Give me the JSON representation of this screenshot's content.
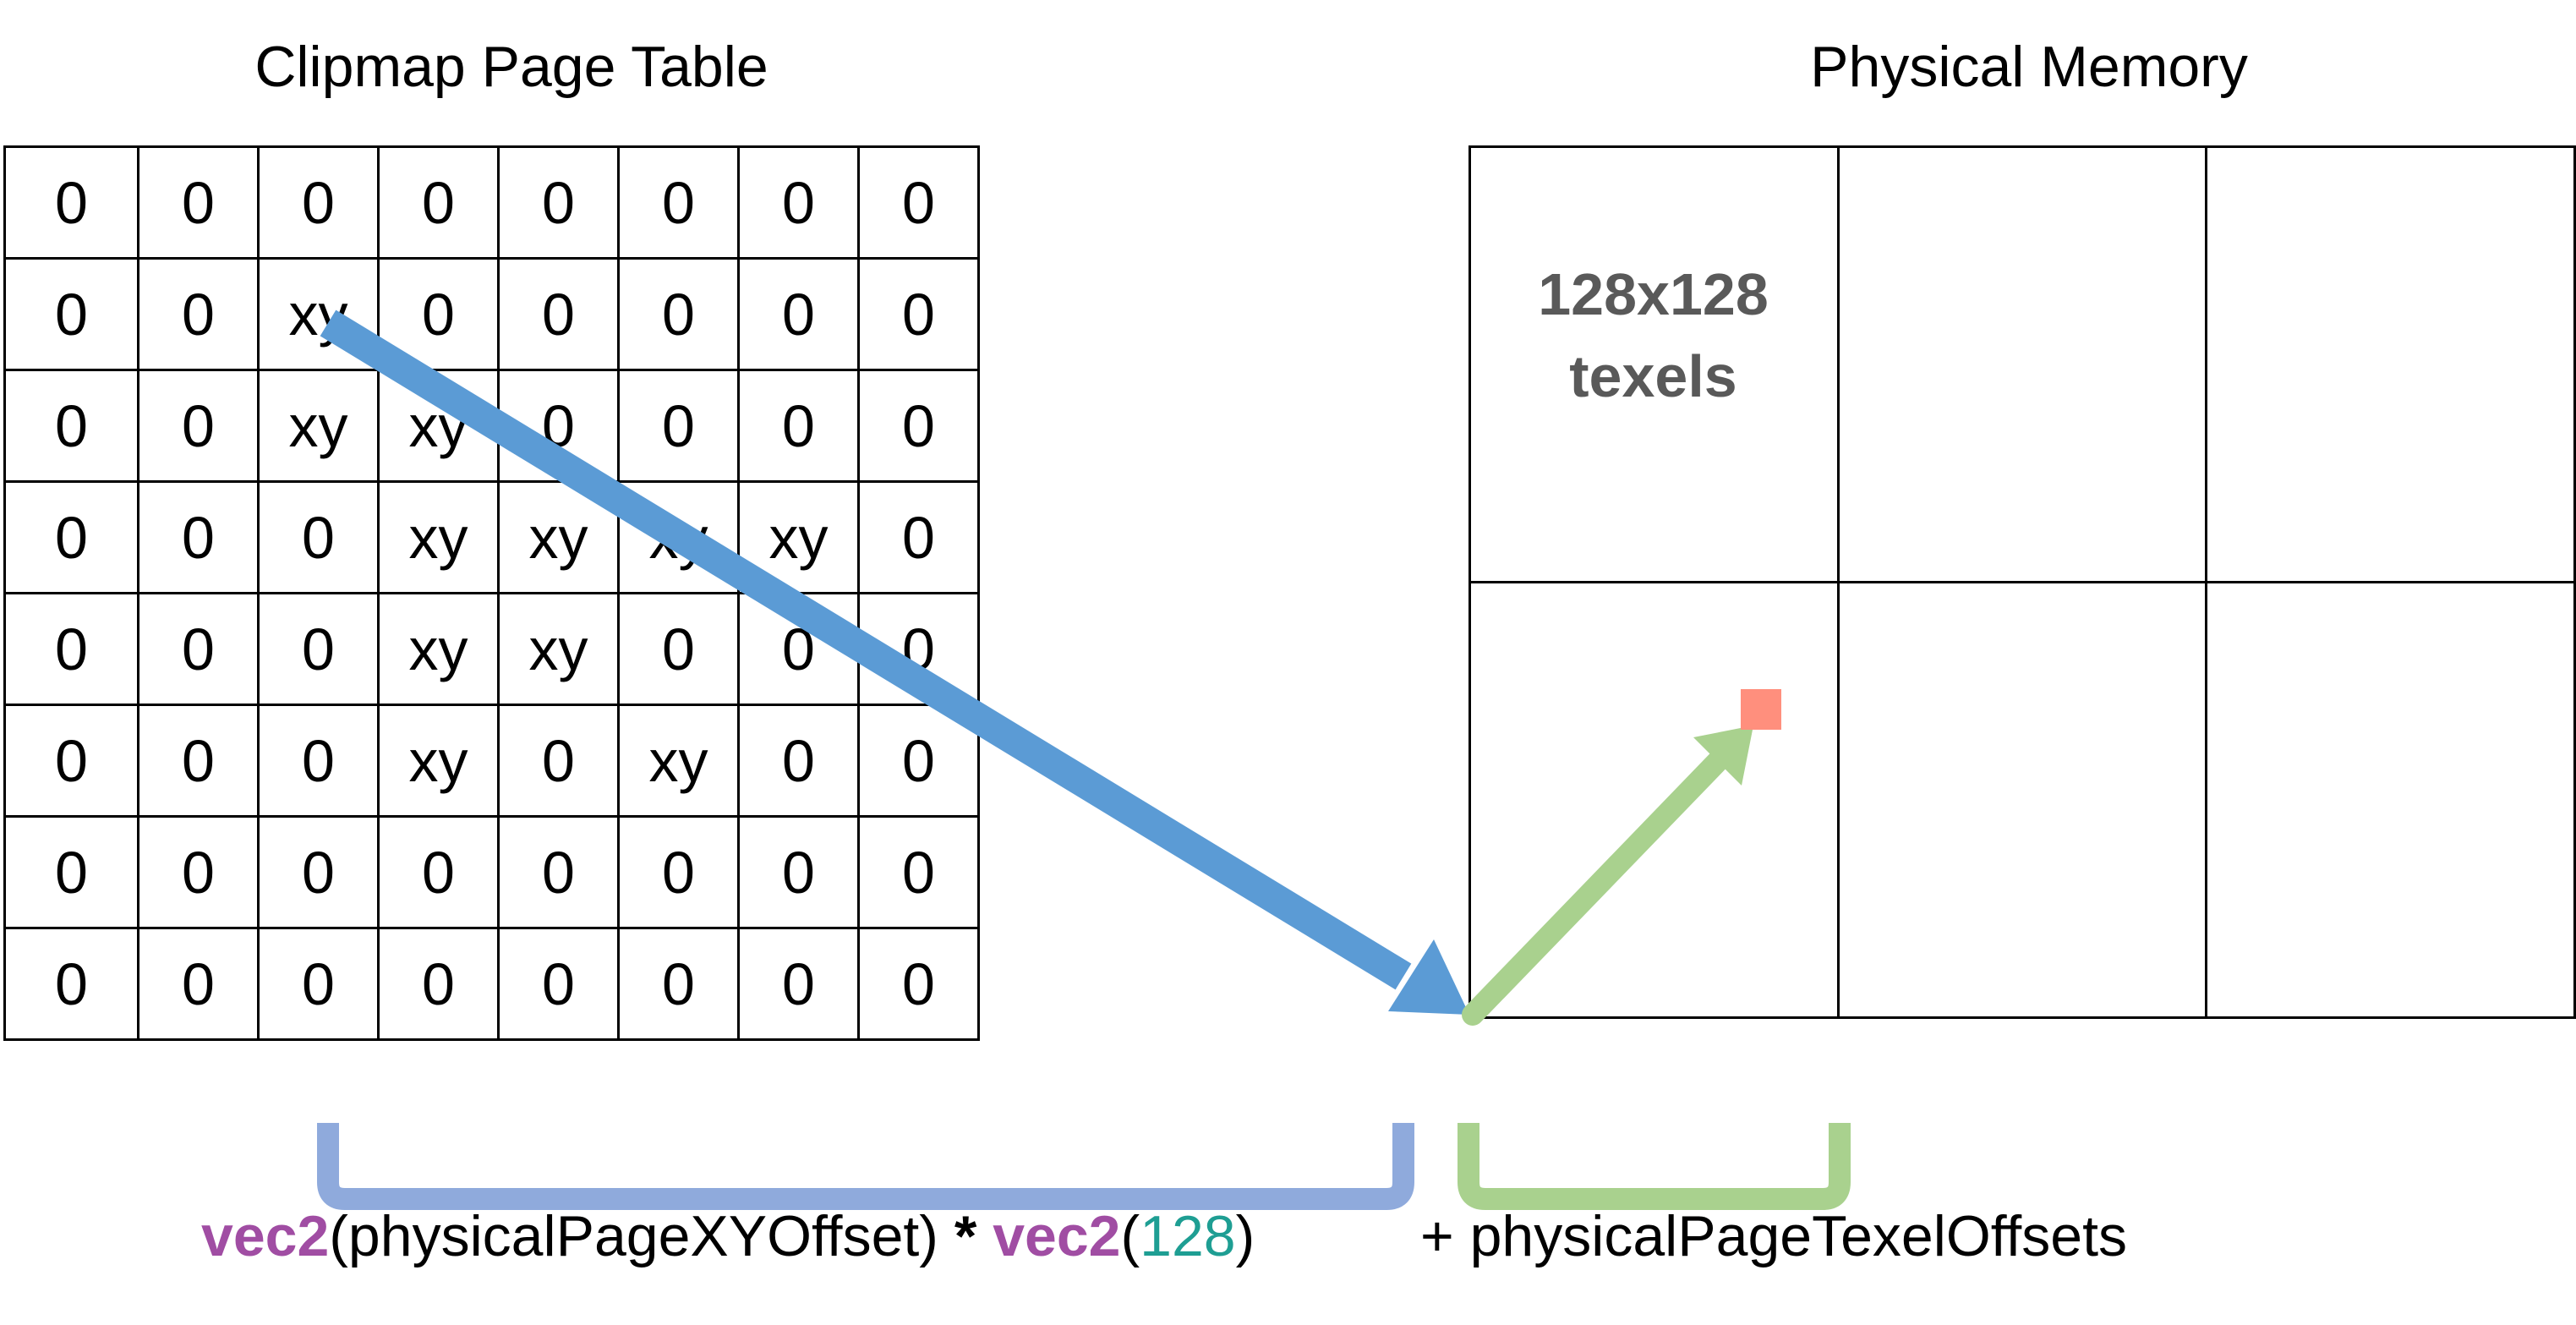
{
  "titles": {
    "page_table": "Clipmap Page Table",
    "physical_memory": "Physical Memory"
  },
  "page_table": [
    [
      "0",
      "0",
      "0",
      "0",
      "0",
      "0",
      "0",
      "0"
    ],
    [
      "0",
      "0",
      "xy",
      "0",
      "0",
      "0",
      "0",
      "0"
    ],
    [
      "0",
      "0",
      "xy",
      "xy",
      "0",
      "0",
      "0",
      "0"
    ],
    [
      "0",
      "0",
      "0",
      "xy",
      "xy",
      "xy",
      "xy",
      "0"
    ],
    [
      "0",
      "0",
      "0",
      "xy",
      "xy",
      "0",
      "0",
      "0"
    ],
    [
      "0",
      "0",
      "0",
      "xy",
      "0",
      "xy",
      "0",
      "0"
    ],
    [
      "0",
      "0",
      "0",
      "0",
      "0",
      "0",
      "0",
      "0"
    ],
    [
      "0",
      "0",
      "0",
      "0",
      "0",
      "0",
      "0",
      "0"
    ]
  ],
  "physical_memory": {
    "rows": 2,
    "cols": 3,
    "page_label_line1": "128x128",
    "page_label_line2": "texels"
  },
  "formula": {
    "vec2_a": "vec2",
    "arg_a": "(physicalPageXYOffset) ",
    "op": "*",
    "vec2_b": "vec2",
    "open_paren": "(",
    "page_size": "128",
    "close_paren": ")",
    "texel_offsets": "+ physicalPageTexelOffsets"
  },
  "colors": {
    "blue_arrow": "#5B9BD5",
    "green_arrow": "#A9D18E",
    "blue_bracket": "#8FAADC",
    "green_bracket": "#A9D18E",
    "texel_marker": "#FF8F7D",
    "keyword": "#A04DA3",
    "number": "#1E9E93",
    "label_gray": "#595959"
  }
}
